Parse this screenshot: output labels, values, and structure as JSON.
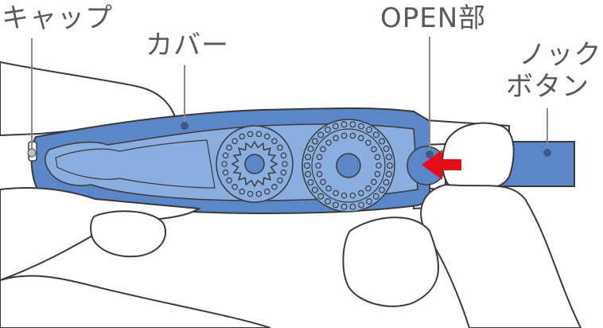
{
  "labels": {
    "cap": "キャップ",
    "cover": "カバー",
    "open": "OPEN部",
    "knock_line1": "ノック",
    "knock_line2": "ボタン"
  },
  "colors": {
    "body_dark": "#5b86c8",
    "body_light": "#8aaee0",
    "outline": "#3a3a3a",
    "label_text": "#5a5a5a",
    "leader_line": "#888888",
    "arrow": "#e3101b",
    "skin": "#ffffff"
  },
  "icons": {
    "arrow": "red-left-arrow",
    "reel_left": "toothed-gear",
    "reel_right": "dotted-wheel"
  }
}
